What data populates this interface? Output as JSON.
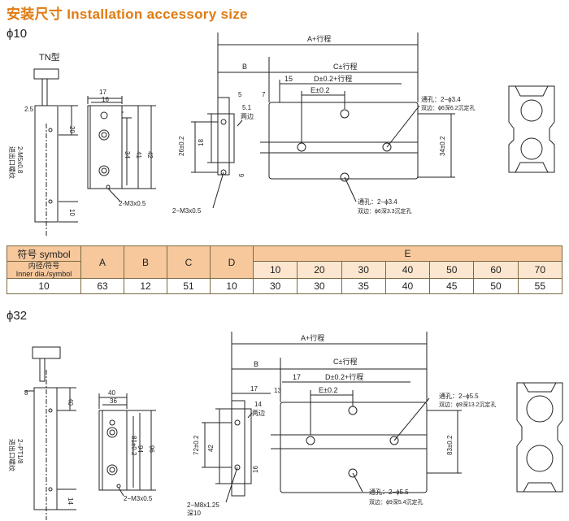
{
  "title": "安装尺寸 Installation accessory size",
  "sections": [
    {
      "label": "ϕ10"
    },
    {
      "label": "ϕ32"
    }
  ],
  "drawing10": {
    "type_label": "TN型",
    "side": {
      "w17": "17",
      "w16": "16",
      "h20": "20",
      "h34": "34",
      "h41": "41",
      "h42": "42",
      "d25": "2.5",
      "d10": "10",
      "thread": "2-M3x0.5",
      "port": "2-M5x0.8",
      "port_cn": "进出口螺纹"
    },
    "front": {
      "A": "A+行程",
      "B": "B",
      "C": "C±行程",
      "D": "D±0.2+行程",
      "E": "E±0.2",
      "d5": "5",
      "d7": "7",
      "d15": "15",
      "d51": "5.1",
      "d6": "6",
      "h26": "26±0.2",
      "h18": "18",
      "h34": "34±0.2",
      "through_top": "通孔：2−ϕ3.4",
      "both_top": "双边：ϕ6深6.2沉定孔",
      "through_bot": "通孔：2−ϕ3.4",
      "both_bot": "双边：ϕ6深3.3沉定孔",
      "two_side": "两边",
      "thread": "2−M3x0.5"
    }
  },
  "table": {
    "col_symbol": "符号 symbol",
    "col_inner_cn": "内径/符号",
    "col_inner_en": "Inner dia./symbol",
    "cols": [
      "A",
      "B",
      "C",
      "D"
    ],
    "e_label": "E",
    "e_cols": [
      "10",
      "20",
      "30",
      "40",
      "50",
      "60",
      "70"
    ],
    "row_label": "10",
    "row_values": [
      "63",
      "12",
      "51",
      "10"
    ],
    "row_e_values": [
      "30",
      "30",
      "35",
      "40",
      "45",
      "50",
      "55"
    ]
  },
  "drawing32": {
    "side": {
      "w40": "40",
      "w36": "36",
      "h40": "40",
      "h81": "81±0.2",
      "h94": "94",
      "h96": "96",
      "d8": "8",
      "d14": "14",
      "thread": "2−M3x0.5",
      "port": "2−PT1/8",
      "port_cn": "进出口螺纹"
    },
    "front": {
      "A": "A+行程",
      "B": "B",
      "C": "C±行程",
      "D": "D±0.2+行程",
      "E": "E±0.2",
      "d17a": "17",
      "d17b": "17",
      "d13": "13",
      "d14": "14",
      "d16": "16",
      "h72": "72±0.2",
      "h42": "42",
      "h83": "83±0.2",
      "through_top": "通孔：2−ϕ5.5",
      "both_top": "双边：ϕ9深13.2沉定孔",
      "through_bot": "通孔：2−ϕ5.5",
      "both_bot": "双边：ϕ9深5.4沉定孔",
      "two_side": "两边",
      "thread": "2−M8x1.25",
      "thread_depth": "深10"
    }
  }
}
